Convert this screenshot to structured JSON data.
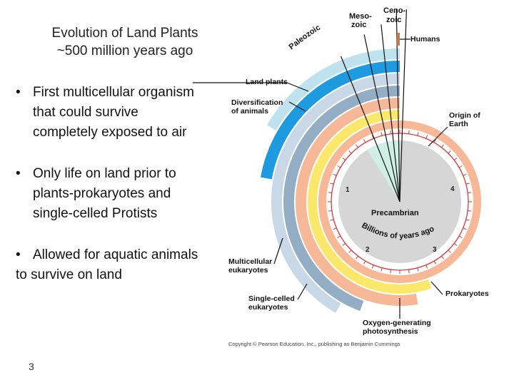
{
  "slide": {
    "title_line1": "Evolution of Land Plants",
    "title_line2": "~500 million years ago",
    "bullets": [
      {
        "line1": "First multicellular organism",
        "line2": "that could survive",
        "line3": "completely exposed to air"
      },
      {
        "line1": "Only life on land prior to",
        "line2": "plants-prokaryotes and",
        "line3": "single-celled Protists"
      },
      {
        "line1": "Allowed for aquatic animals",
        "line2": "to survive on land"
      }
    ],
    "bullet_glyph": "•",
    "page_number": "3"
  },
  "diagram": {
    "eras": {
      "paleozoic": "Paleozoic",
      "mesozoic_1": "Meso-",
      "mesozoic_2": "zoic",
      "cenozoic_1": "Ceno-",
      "cenozoic_2": "zoic"
    },
    "labels": {
      "humans": "Humans",
      "land_plants": "Land plants",
      "diversification_1": "Diversification",
      "diversification_2": "of animals",
      "origin_1": "Origin of",
      "origin_2": "Earth",
      "precambrian": "Precambrian",
      "billions": "Billions of years ago",
      "multicellular_1": "Multicellular",
      "multicellular_2": "eukaryotes",
      "single_celled_1": "Single-celled",
      "single_celled_2": "eukaryotes",
      "prokaryotes": "Prokaryotes",
      "oxygen_1": "Oxygen-generating",
      "oxygen_2": "photosynthesis",
      "copyright": "Copyright © Pearson Education, Inc., publishing as Benjamin Cummings"
    },
    "dial_numbers": [
      "1",
      "2",
      "3",
      "4"
    ],
    "colors": {
      "land_plants": "#1e9be0",
      "land_plants_light": "#bfe3ee",
      "single_celled": "#93aec4",
      "multicellular": "#c9d8e6",
      "prokaryotes_outer": "#f6b897",
      "yellow": "#fbe76a",
      "inner_ring": "#ffffff",
      "precambrian_disc": "#d6d6d6",
      "paleozoic_wedge": "#cfeee4",
      "dial_red": "#d23b3b"
    }
  }
}
